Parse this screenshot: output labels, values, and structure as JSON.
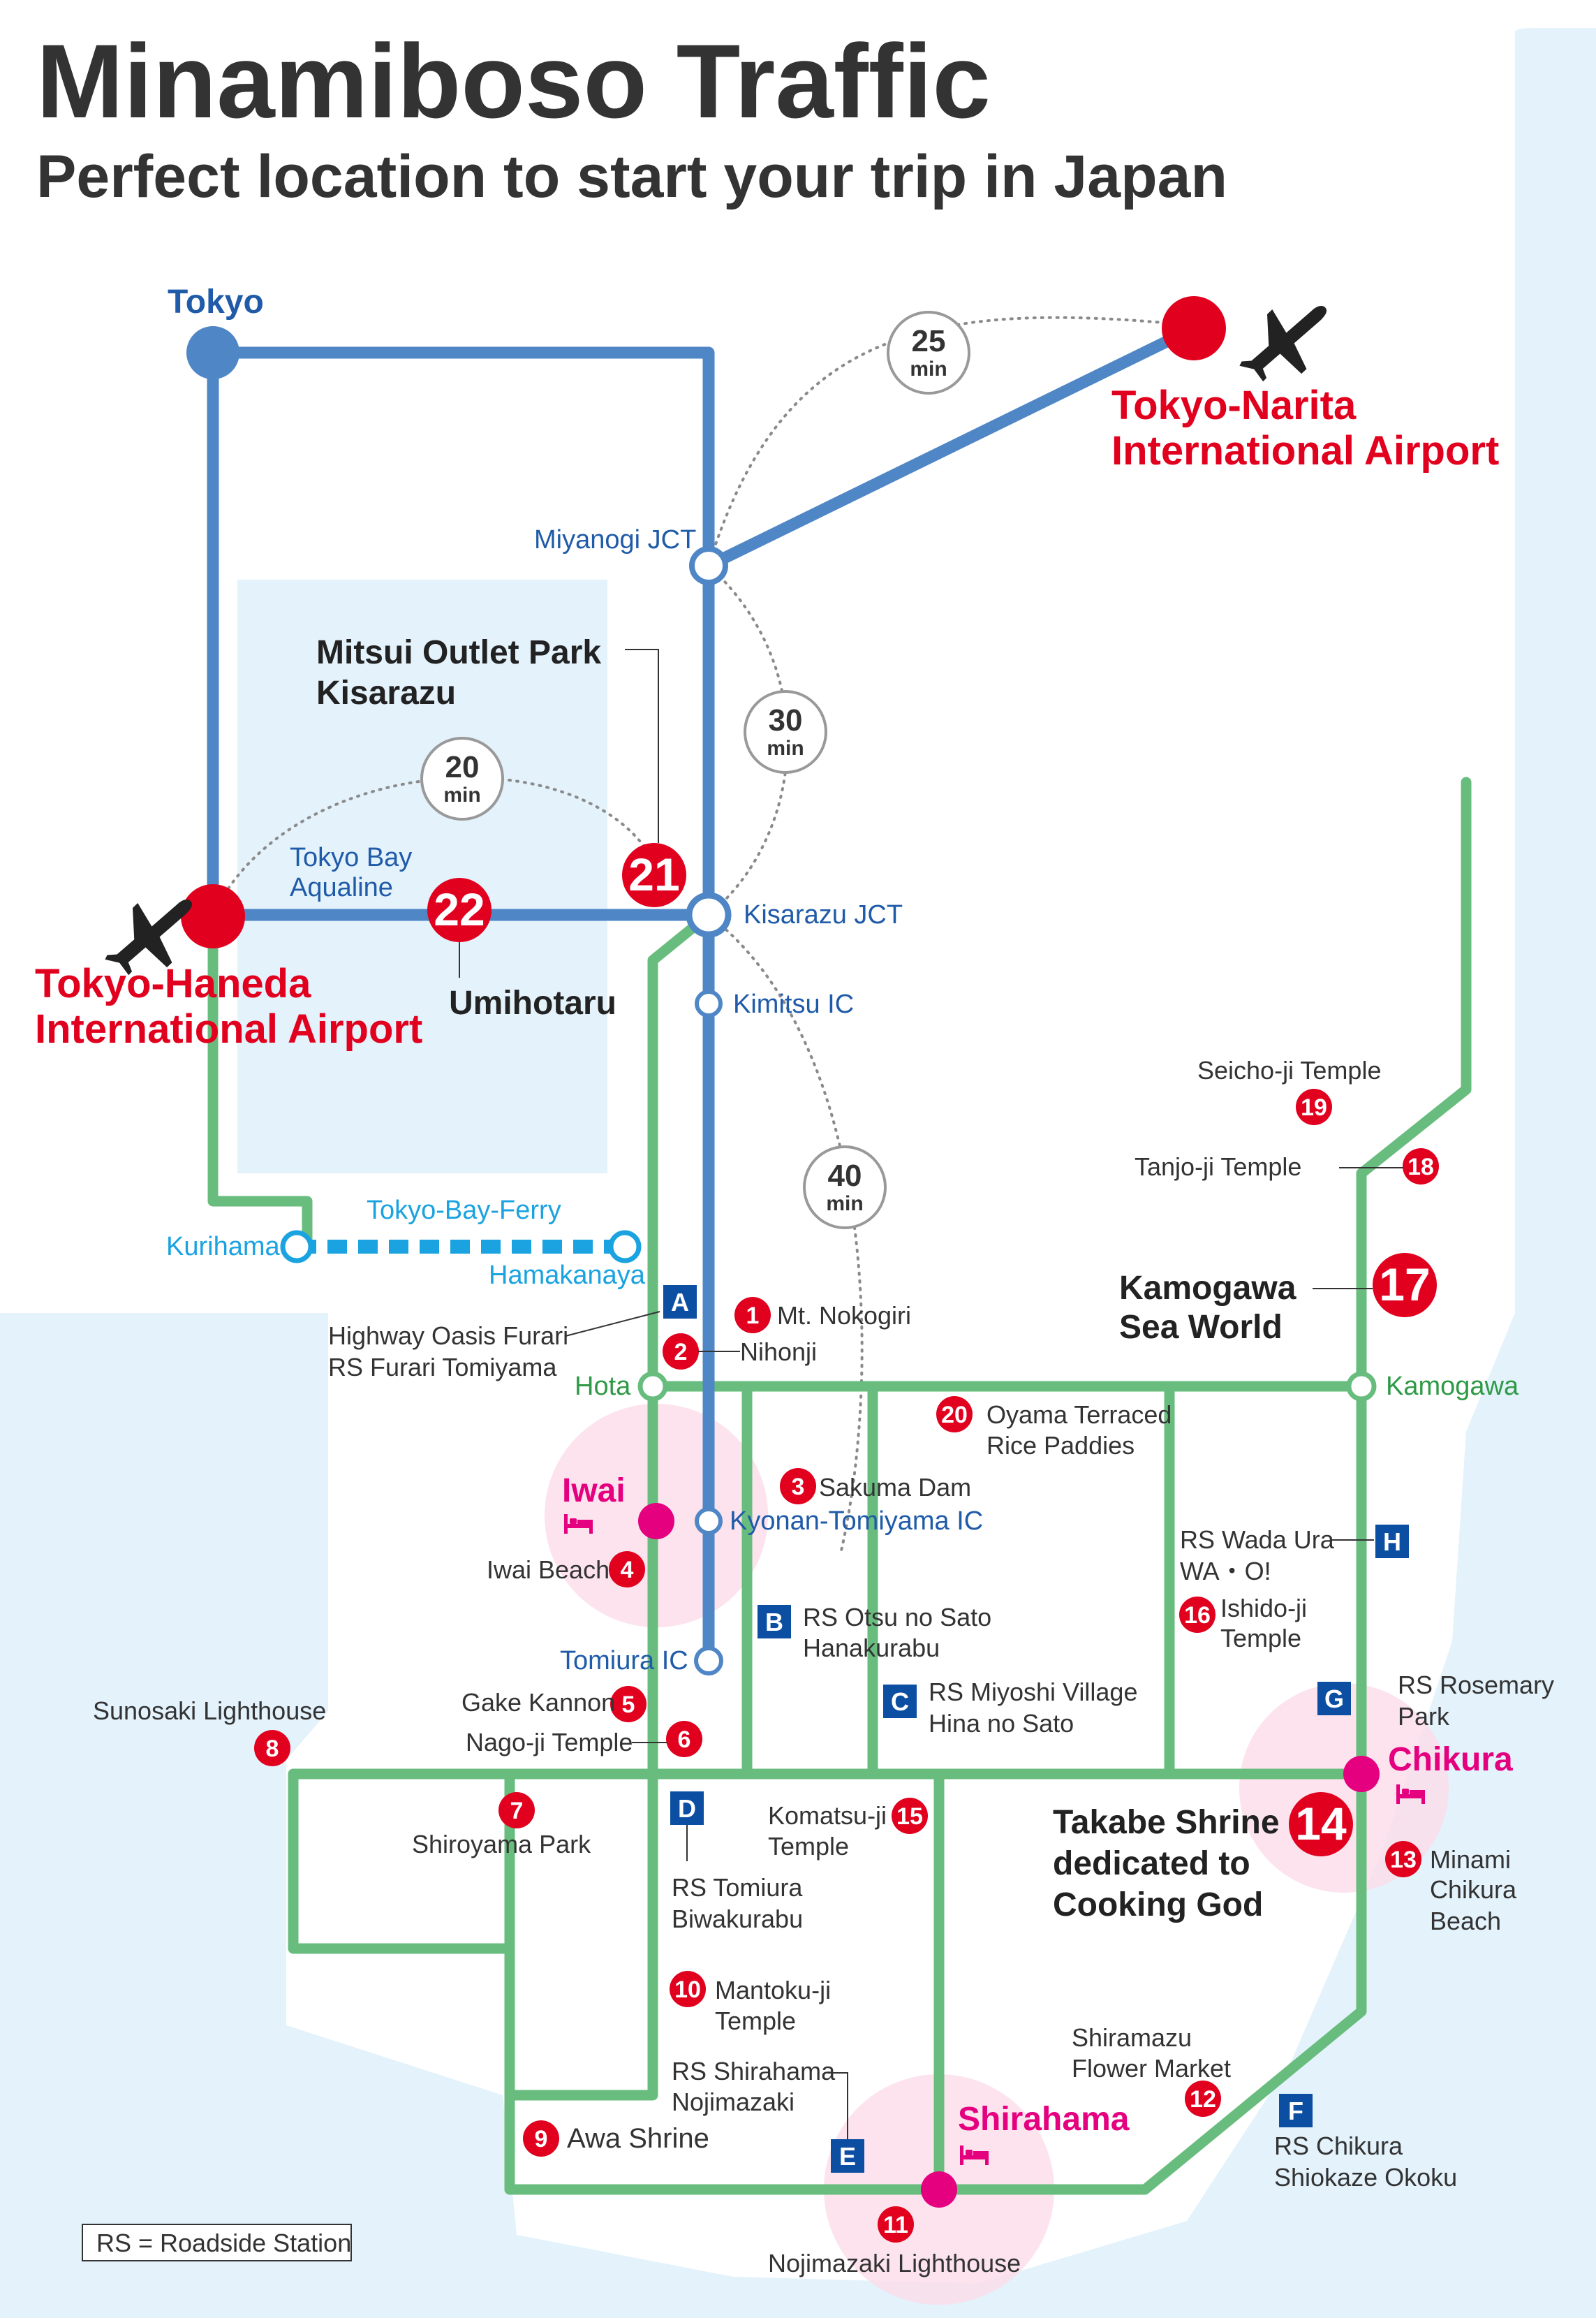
{
  "header": {
    "title": "Minamiboso Traffic",
    "subtitle": "Perfect location to start your trip in Japan"
  },
  "colors": {
    "highway_blue": "#4f86c6",
    "rail_green": "#68bd7e",
    "sea_light_blue": "#e3f2fb",
    "airport_red": "#e1001e",
    "pink_town": "#e4007f",
    "ferry_cyan": "#1aa3e0",
    "rs_box_blue": "#0b4ea2"
  },
  "cities": {
    "tokyo": "Tokyo",
    "narita": [
      "Tokyo-Narita",
      "International Airport"
    ],
    "haneda": [
      "Tokyo-Haneda",
      "International Airport"
    ]
  },
  "junctions": {
    "miyanogi": "Miyanogi JCT",
    "kisarazu": "Kisarazu JCT",
    "kimitsu": "Kimitsu IC",
    "kyonan": "Kyonan-Tomiyama IC",
    "tomiura": "Tomiura IC",
    "aqualine": [
      "Tokyo Bay",
      "Aqualine"
    ]
  },
  "ferry": {
    "name": "Tokyo-Bay-Ferry",
    "from": "Kurihama",
    "to": "Hamakanaya"
  },
  "stations": {
    "hota": "Hota",
    "kamogawa": "Kamogawa"
  },
  "travel_times": [
    {
      "value": "25",
      "unit": "min"
    },
    {
      "value": "30",
      "unit": "min"
    },
    {
      "value": "20",
      "unit": "min"
    },
    {
      "value": "40",
      "unit": "min"
    }
  ],
  "towns": {
    "iwai": "Iwai",
    "chikura": "Chikura",
    "shirahama": "Shirahama"
  },
  "spots": [
    {
      "num": "1",
      "name": "Mt. Nokogiri"
    },
    {
      "num": "2",
      "name": "Nihonji"
    },
    {
      "num": "3",
      "name": "Sakuma Dam"
    },
    {
      "num": "4",
      "name": "Iwai Beach"
    },
    {
      "num": "5",
      "name": "Gake Kannon"
    },
    {
      "num": "6",
      "name": "Nago-ji Temple"
    },
    {
      "num": "7",
      "name": "Shiroyama Park"
    },
    {
      "num": "8",
      "name": "Sunosaki Lighthouse"
    },
    {
      "num": "9",
      "name": "Awa Shrine"
    },
    {
      "num": "10",
      "name": [
        "Mantoku-ji",
        "Temple"
      ]
    },
    {
      "num": "11",
      "name": "Nojimazaki Lighthouse"
    },
    {
      "num": "12",
      "name": [
        "Shiramazu",
        "Flower Market"
      ]
    },
    {
      "num": "13",
      "name": [
        "Minami",
        "Chikura",
        "Beach"
      ]
    },
    {
      "num": "14",
      "name": [
        "Takabe Shrine",
        "dedicated to",
        "Cooking God"
      ]
    },
    {
      "num": "15",
      "name": [
        "Komatsu-ji",
        "Temple"
      ]
    },
    {
      "num": "16",
      "name": [
        "Ishido-ji",
        "Temple"
      ]
    },
    {
      "num": "17",
      "name": [
        "Kamogawa",
        "Sea World"
      ]
    },
    {
      "num": "18",
      "name": "Tanjo-ji Temple"
    },
    {
      "num": "19",
      "name": "Seicho-ji Temple"
    },
    {
      "num": "20",
      "name": [
        "Oyama Terraced",
        "Rice Paddies"
      ]
    },
    {
      "num": "21",
      "name": [
        "Mitsui Outlet Park",
        "Kisarazu"
      ]
    },
    {
      "num": "22",
      "name": "Umihotaru"
    }
  ],
  "roadside_stations": [
    {
      "code": "A",
      "name": [
        "Highway Oasis Furari",
        "RS Furari Tomiyama"
      ]
    },
    {
      "code": "B",
      "name": [
        "RS Otsu no Sato",
        "Hanakurabu"
      ]
    },
    {
      "code": "C",
      "name": [
        "RS Miyoshi Village",
        "Hina no Sato"
      ]
    },
    {
      "code": "D",
      "name": [
        "RS Tomiura",
        "Biwakurabu"
      ]
    },
    {
      "code": "E",
      "name": [
        "RS Shirahama",
        "Nojimazaki"
      ]
    },
    {
      "code": "F",
      "name": [
        "RS Chikura",
        "Shiokaze Okoku"
      ]
    },
    {
      "code": "G",
      "name": [
        "RS Rosemary",
        "Park"
      ]
    },
    {
      "code": "H",
      "name": [
        "RS Wada Ura",
        "WA・O!"
      ]
    }
  ],
  "legend": "RS = Roadside Station"
}
